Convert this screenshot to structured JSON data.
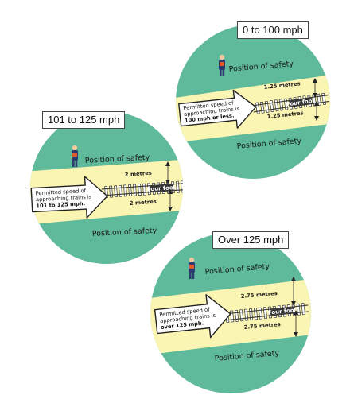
{
  "panels": [
    {
      "heading": "0 to 100 mph",
      "top_label": "Position of safety",
      "bottom_label": "Position of safety",
      "upper_distance": "1.25 metres",
      "lower_distance": "1.25 metres",
      "track_label": "Four foot",
      "arrow_line1": "Permitted speed of",
      "arrow_line2": "approaching trains is",
      "arrow_line3": "100 mph or less."
    },
    {
      "heading": "101 to 125 mph",
      "top_label": "Position of safety",
      "bottom_label": "Position of safety",
      "upper_distance": "2 metres",
      "lower_distance": "2 metres",
      "track_label": "Four foot",
      "arrow_line1": "Permitted speed of",
      "arrow_line2": "approaching trains is",
      "arrow_line3": "101 to 125 mph."
    },
    {
      "heading": "Over 125 mph",
      "top_label": "Position of safety",
      "bottom_label": "Position of safety",
      "upper_distance": "2.75 metres",
      "lower_distance": "2.75 metres",
      "track_label": "Four foot",
      "arrow_line1": "Permitted speed of",
      "arrow_line2": "approaching trains is",
      "arrow_line3": "over 125 mph."
    }
  ],
  "colors": {
    "disc": "#5fb99b",
    "cess": "#fbf5b4",
    "worker": "#2d3c6e"
  }
}
